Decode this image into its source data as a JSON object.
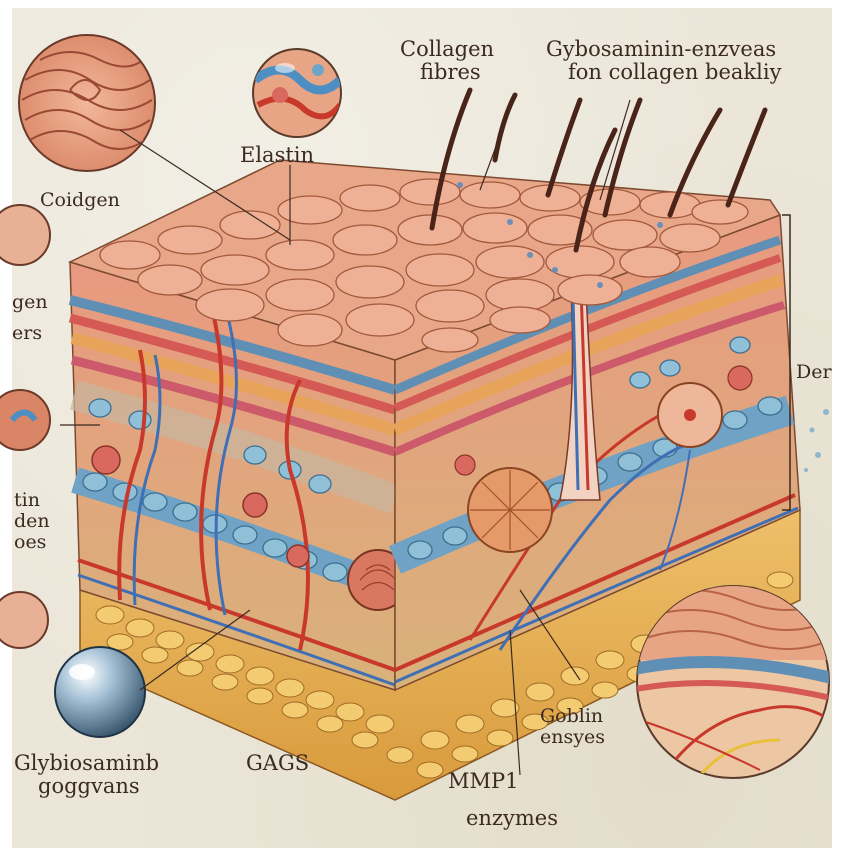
{
  "labels": {
    "collagen_fibres_top": [
      "Collagen",
      "fibres"
    ],
    "gag_enzymes_top": [
      "Gybosaminin-enzveas",
      "fon collagen beakliy"
    ],
    "elastin": "Elastin",
    "coldgen": "Coidgen",
    "left_edge_1": [
      "gen",
      "ers"
    ],
    "left_edge_2": [
      "tin",
      "den",
      "oes"
    ],
    "dermis": "Der",
    "glycosaminoglycans": [
      "Glybiosaminb",
      "goggvans"
    ],
    "gags": "GAGS",
    "mmp1": [
      "MMP1",
      "enzymes"
    ],
    "goblin_enzymes": [
      "Goblin",
      "ensyes"
    ]
  },
  "colors": {
    "paper": "#ebe6d8",
    "epidermis": "#e9a789",
    "blue_band": "#6f9fc0",
    "red_band": "#d8695e",
    "orange_band": "#e9a25a",
    "fat": "#e8b65a",
    "vessel_red": "#c8392c",
    "vessel_blue": "#3f6fb5"
  }
}
